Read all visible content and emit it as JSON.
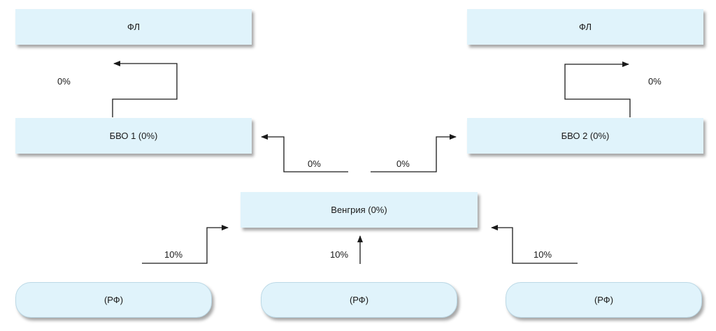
{
  "boxes": {
    "fl_left": "ФЛ",
    "fl_right": "ФЛ",
    "bvo1": "БВО 1 (0%)",
    "bvo2": "БВО 2 (0%)",
    "hungary": "Венгрия (0%)",
    "rf_left": "(РФ)",
    "rf_center": "(РФ)",
    "rf_right": "(РФ)"
  },
  "labels": {
    "bvo1_to_fl": "0%",
    "bvo2_to_fl": "0%",
    "hungary_to_bvo1": "0%",
    "hungary_to_bvo2": "0%",
    "rf_left_to_hungary": "10%",
    "rf_center_to_hungary": "10%",
    "rf_right_to_hungary": "10%"
  },
  "colors": {
    "box_fill": "#e0f3fb",
    "line": "#1a1a1a"
  }
}
